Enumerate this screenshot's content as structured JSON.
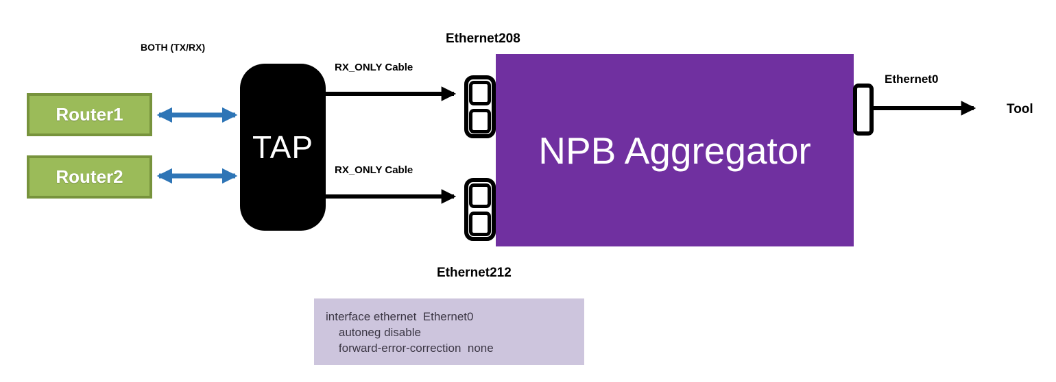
{
  "colors": {
    "router_fill": "#9BBB59",
    "router_border": "#77933C",
    "tap_fill": "#000000",
    "npb_fill": "#7030A0",
    "arrow_blue": "#2E75B6",
    "cable_black": "#000000",
    "config_box_bg": "#CDC5DD",
    "config_text": "#3B3644",
    "label_text": "#000000"
  },
  "nodes": {
    "router1": {
      "label": "Router1"
    },
    "router2": {
      "label": "Router2"
    },
    "tap": {
      "label": "TAP"
    },
    "npb_aggregator": {
      "label": "NPB Aggregator"
    },
    "tool": {
      "label": "Tool"
    }
  },
  "labels": {
    "router_tap_link": "BOTH (TX/RX)",
    "tap_cable_top": "RX_ONLY Cable",
    "tap_cable_bottom": "RX_ONLY Cable",
    "npb_ingress_port_top": "Ethernet208",
    "npb_ingress_port_bottom": "Ethernet212",
    "npb_egress_port": "Ethernet0"
  },
  "config_box": {
    "lines": [
      "interface ethernet  Ethernet0",
      "    autoneg disable",
      "    forward-error-correction  none"
    ]
  }
}
